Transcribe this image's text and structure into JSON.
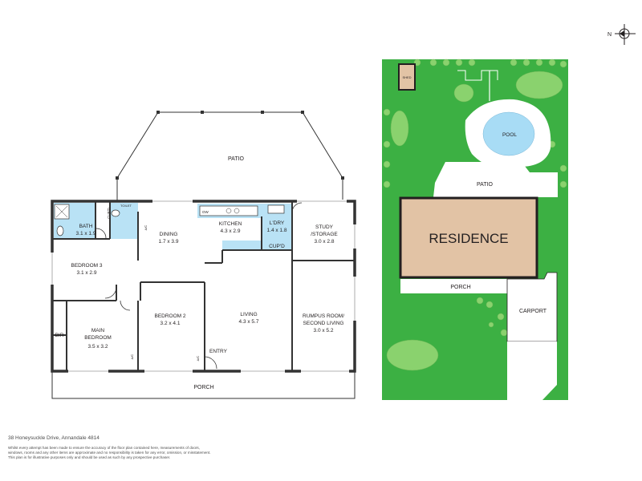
{
  "compass": {
    "label": "N"
  },
  "floor_plan": {
    "patio": "PATIO",
    "porch": "PORCH",
    "entry": "ENTRY",
    "bir": "BIR",
    "toilet": "TOILET",
    "cupd": "CUP'D",
    "dw": "DW",
    "ac": "A/C",
    "rooms": {
      "bath": {
        "name": "BATH",
        "size": "3.1 x 1.9"
      },
      "dining": {
        "name": "DINING",
        "size": "1.7 x 3.9"
      },
      "kitchen": {
        "name": "KITCHEN",
        "size": "4.3 x 2.9"
      },
      "laundry": {
        "name": "L'DRY",
        "size": "1.4 x 1.8"
      },
      "study": {
        "name1": "STUDY",
        "name2": "/STORAGE",
        "size": "3.0 x 2.8"
      },
      "bedroom3": {
        "name": "BEDROOM 3",
        "size": "3.1 x 2.9"
      },
      "bedroom2": {
        "name": "BEDROOM 2",
        "size": "3.2 x 4.1"
      },
      "main_bedroom": {
        "name1": "MAIN",
        "name2": "BEDROOM",
        "size": "3.5 x 3.2"
      },
      "living": {
        "name": "LIVING",
        "size": "4.3 x 5.7"
      },
      "rumpus": {
        "name1": "RUMPUS ROOM/",
        "name2": "SECOND LIVING",
        "size": "3.0 x 5.2"
      }
    }
  },
  "site_plan": {
    "shed": "SHED",
    "pool": "POOL",
    "patio": "PATIO",
    "residence": "RESIDENCE",
    "porch": "PORCH",
    "carport": "CARPORT"
  },
  "colors": {
    "grass": "#3cb043",
    "tree": "#8ad26e",
    "residence": "#e2c3a5",
    "pool": "#a8dcf5",
    "wet_area": "#b9e2f5",
    "wall": "#333333"
  },
  "footer": {
    "address": "38 Honeysuckle Drive, Annandale 4814",
    "disclaimer_1": "Whilst every attempt has been made to ensure the accuracy of the floor plan contained here, measurements of doors,",
    "disclaimer_2": "windows, rooms and any other items are approximate and no responsibility is taken for any error, omission, or misstatement.",
    "disclaimer_3": "This plan is for illustrative purposes only and should be used as such by any prospective purchaser."
  }
}
